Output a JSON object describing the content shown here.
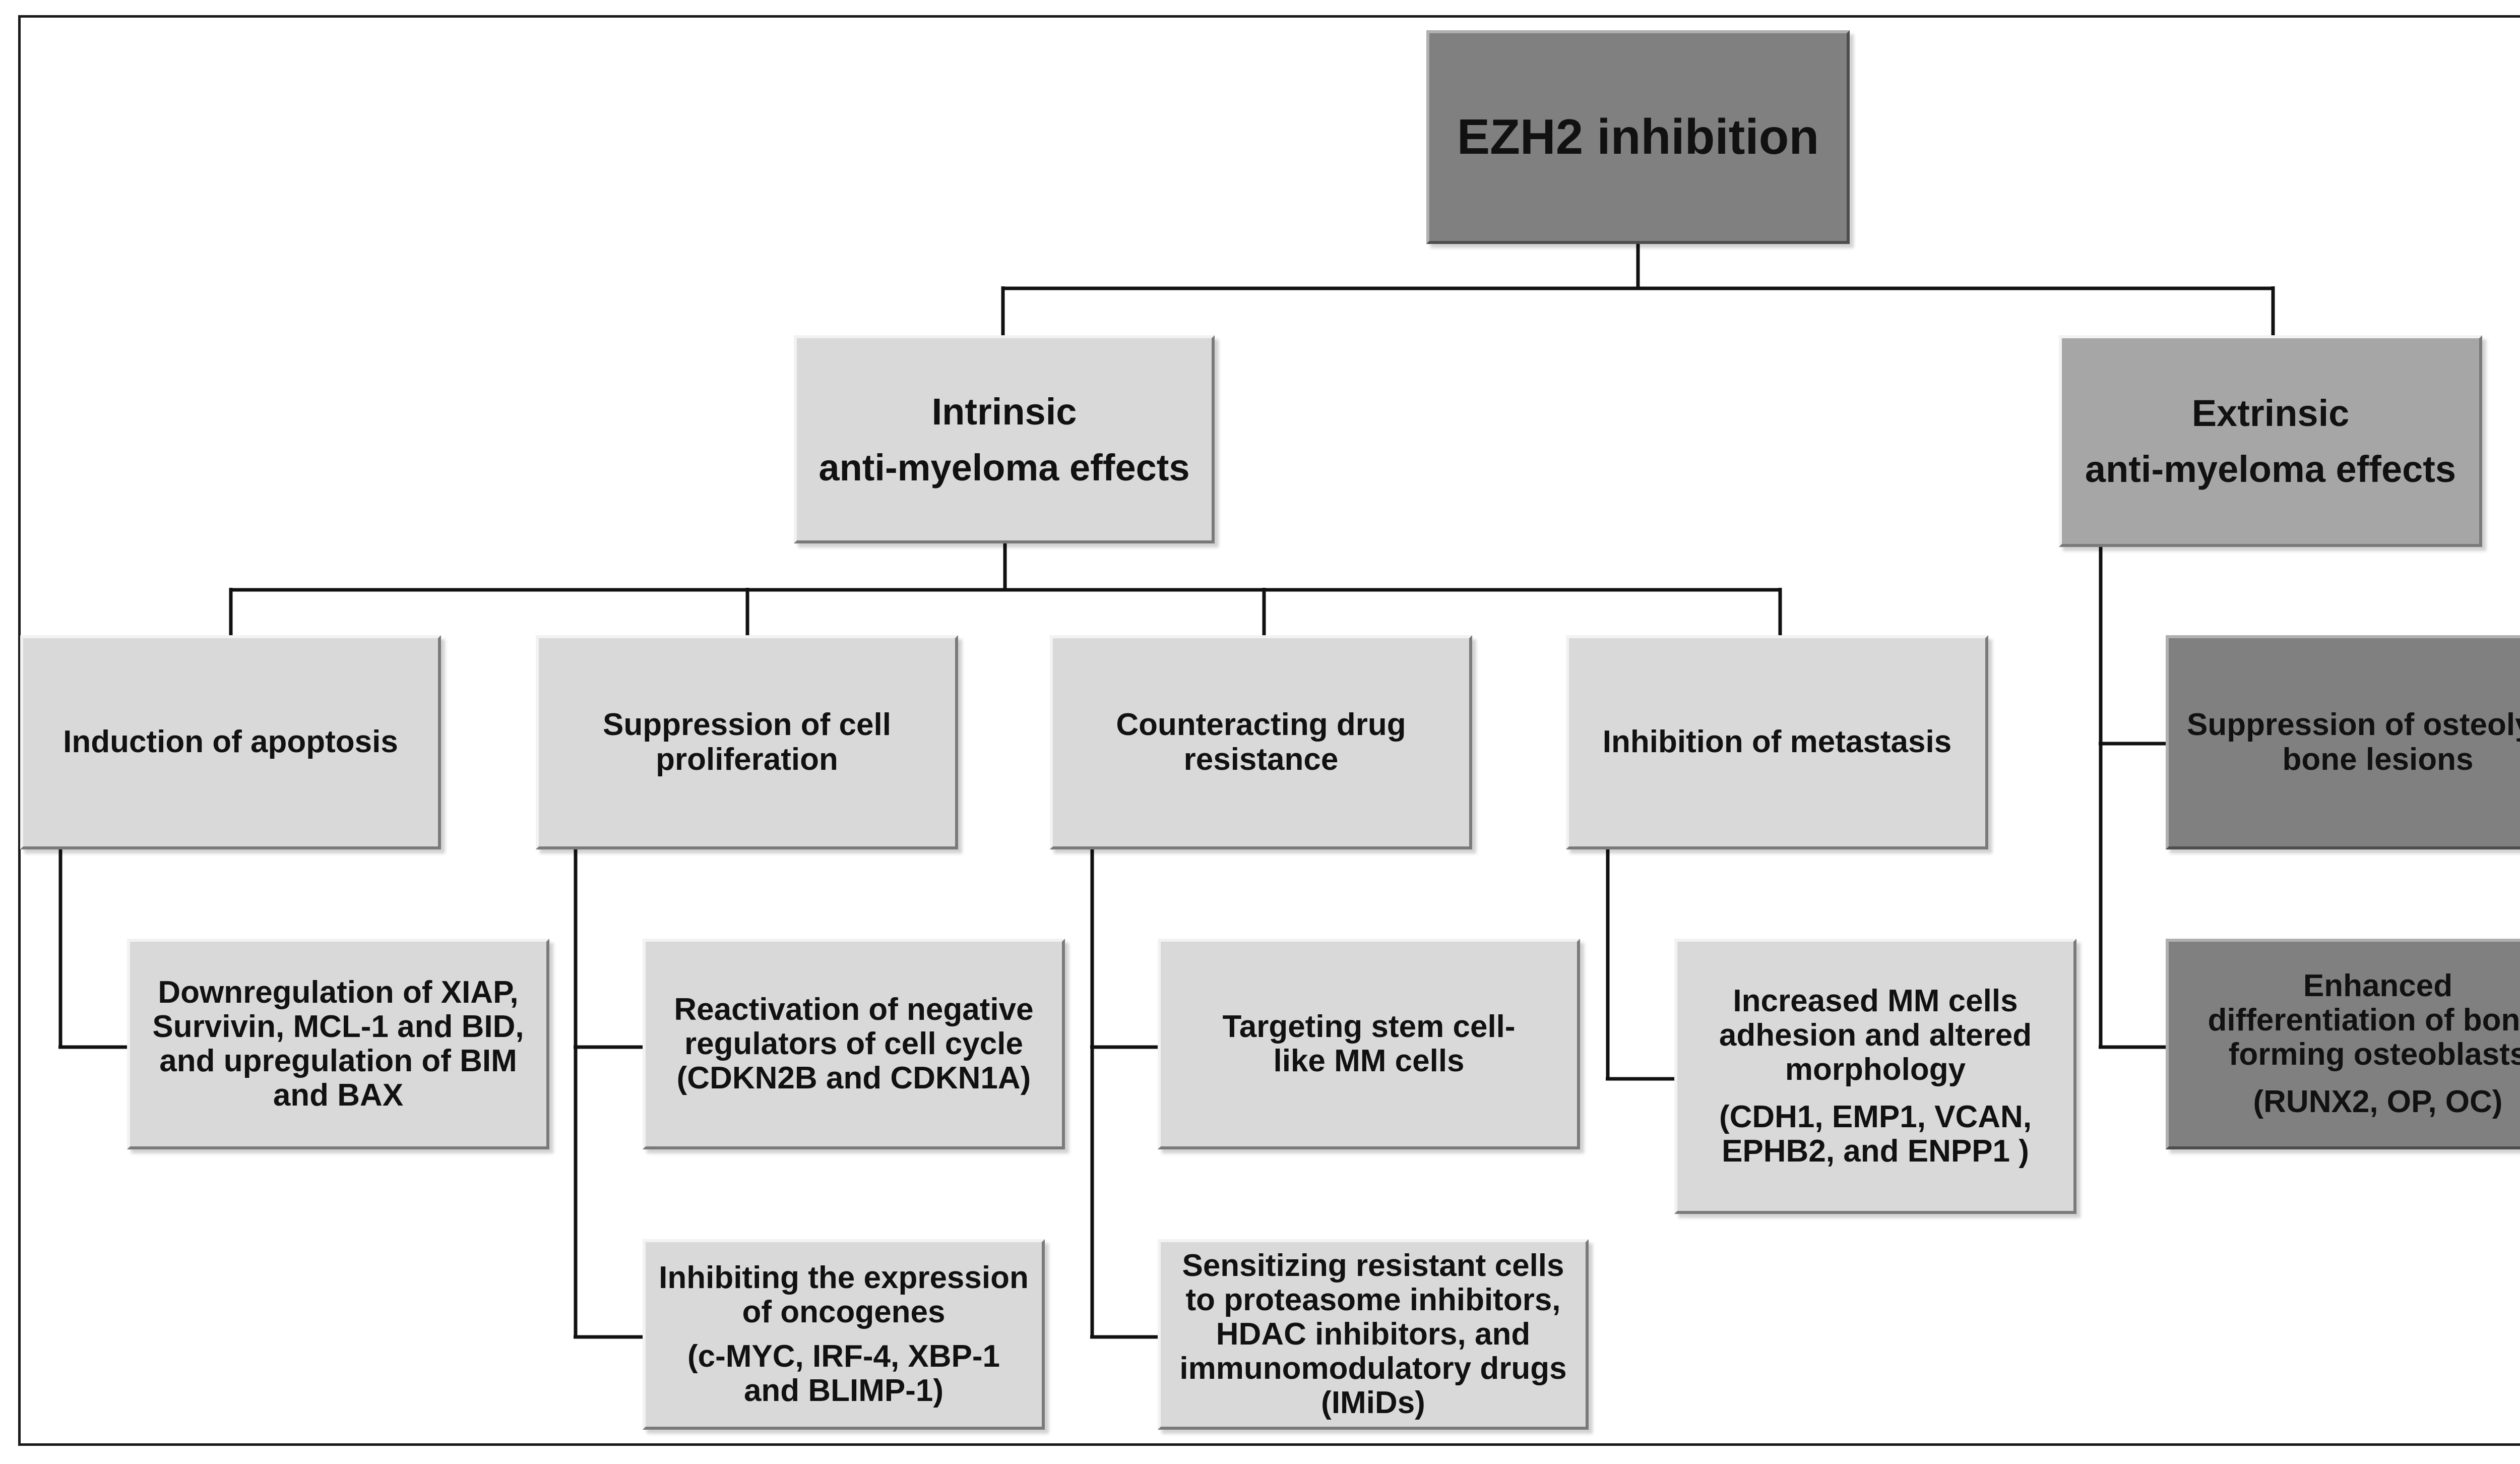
{
  "root": {
    "label": "EZH2 inhibition"
  },
  "intrinsic": {
    "title_line1": "Intrinsic",
    "title_line2": "anti-myeloma effects",
    "categories": [
      {
        "label": "Induction of apoptosis",
        "leaves": [
          {
            "text": "Downregulation of XIAP, Survivin, MCL-1 and BID, and upregulation of BIM and BAX"
          }
        ]
      },
      {
        "label": "Suppression of cell proliferation",
        "leaves": [
          {
            "text": "Reactivation of negative regulators of cell cycle (CDKN2B and CDKN1A)"
          },
          {
            "text": "Inhibiting the expression of oncogenes",
            "genes": "(c-MYC, IRF-4, XBP-1 and BLIMP-1)"
          }
        ]
      },
      {
        "label": "Counteracting drug resistance",
        "leaves": [
          {
            "text": "Targeting stem cell-like MM cells"
          },
          {
            "text": "Sensitizing resistant cells to proteasome inhibitors, HDAC inhibitors, and immunomodulatory drugs (IMiDs)"
          }
        ]
      },
      {
        "label": "Inhibition of metastasis",
        "leaves": [
          {
            "text": "Increased MM cells adhesion and altered morphology",
            "genes": "(CDH1, EMP1, VCAN, EPHB2, and ENPP1 )"
          }
        ]
      }
    ]
  },
  "extrinsic": {
    "title_line1": "Extrinsic",
    "title_line2": "anti-myeloma effects",
    "leaves": [
      {
        "text": "Suppression of osteolytic bone lesions"
      },
      {
        "text": "Enhanced differentiation of bone-forming osteoblasts",
        "genes": "(RUNX2, OP, OC)"
      }
    ]
  },
  "colors": {
    "light_box": "#d9d9d9",
    "mid_box": "#a6a6a6",
    "dark_box": "#808080",
    "connector": "#111111"
  }
}
